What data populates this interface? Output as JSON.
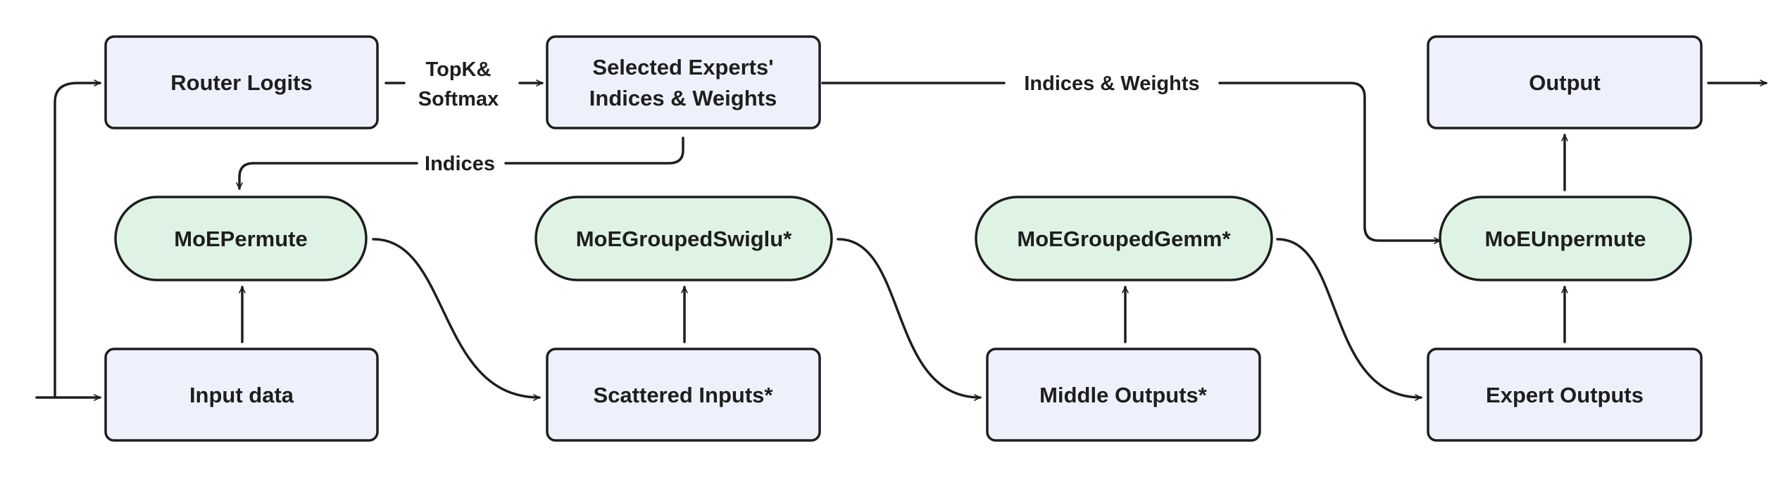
{
  "nodes": {
    "router_logits": "Router Logits",
    "selected_experts_line1": "Selected Experts'",
    "selected_experts_line2": "Indices & Weights",
    "output": "Output",
    "moe_permute": "MoEPermute",
    "moe_grouped_swiglu": "MoEGroupedSwiglu*",
    "moe_grouped_gemm": "MoEGroupedGemm*",
    "moe_unpermute": "MoEUnpermute",
    "input_data": "Input data",
    "scattered_inputs": "Scattered Inputs*",
    "middle_outputs": "Middle Outputs*",
    "expert_outputs": "Expert Outputs"
  },
  "edge_labels": {
    "topk_line1": "TopK&",
    "topk_line2": "Softmax",
    "indices_weights": "Indices & Weights",
    "indices": "Indices"
  },
  "colors": {
    "rect_fill": "#eef1fb",
    "pill_fill": "#dff3e5",
    "stroke": "#1e1e1e"
  }
}
